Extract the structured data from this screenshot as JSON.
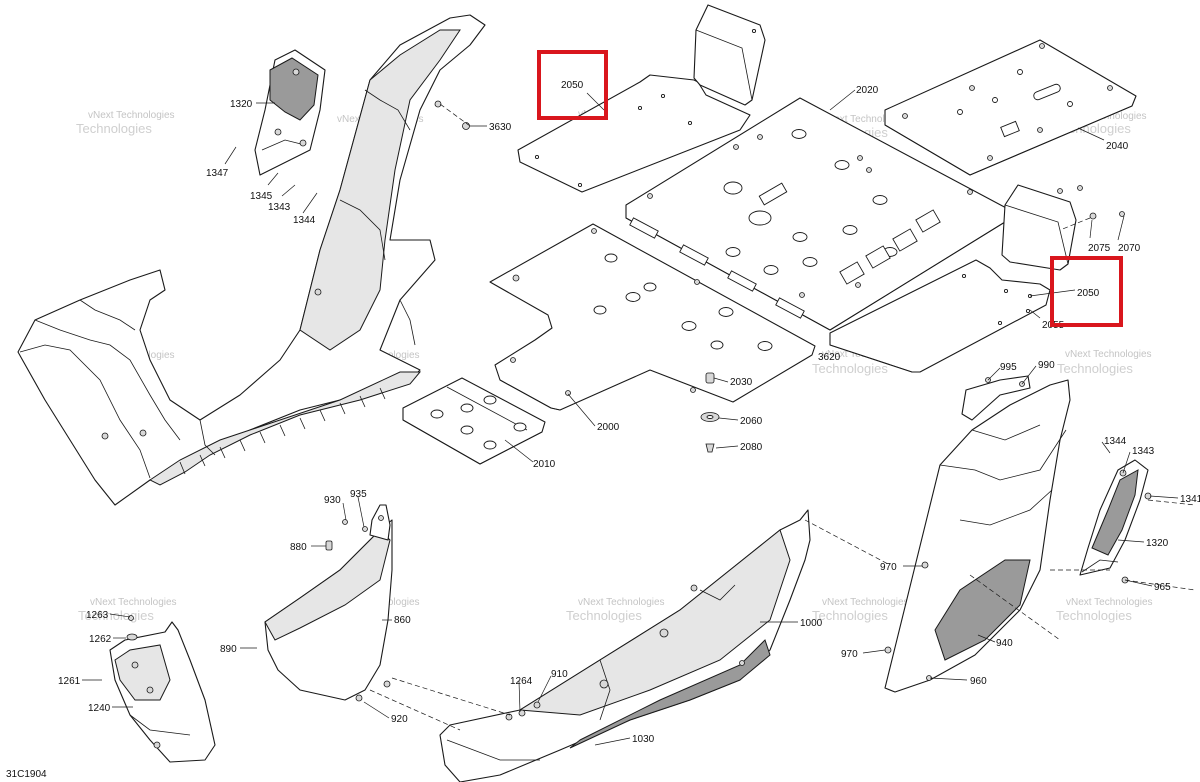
{
  "diagram_ref": "31C1904",
  "watermark": {
    "line1": "vNext Technologies",
    "line2": "Technologies"
  },
  "highlight_color": "#d9161d",
  "callouts": {
    "c1320a": "1320",
    "c1347": "1347",
    "c1345": "1345",
    "c1343a": "1343",
    "c1344a": "1344",
    "c3630": "3630",
    "c2050a": "2050",
    "c2020": "2020",
    "c2040": "2040",
    "c2075": "2075",
    "c2070": "2070",
    "c2050b": "2050",
    "c2055": "2055",
    "c3620": "3620",
    "c2030": "2030",
    "c2000": "2000",
    "c2060": "2060",
    "c2010": "2010",
    "c2080": "2080",
    "c995": "995",
    "c990": "990",
    "c1344b": "1344",
    "c1343b": "1343",
    "c1341": "1341",
    "c1320b": "1320",
    "c965": "965",
    "c970a": "970",
    "c970b": "970",
    "c940": "940",
    "c960": "960",
    "c930": "930",
    "c935": "935",
    "c880": "880",
    "c860": "860",
    "c890": "890",
    "c920": "920",
    "c1000": "1000",
    "c910": "910",
    "c1264": "1264",
    "c1030": "1030",
    "c1263": "1263",
    "c1262": "1262",
    "c1261": "1261",
    "c1240": "1240"
  }
}
